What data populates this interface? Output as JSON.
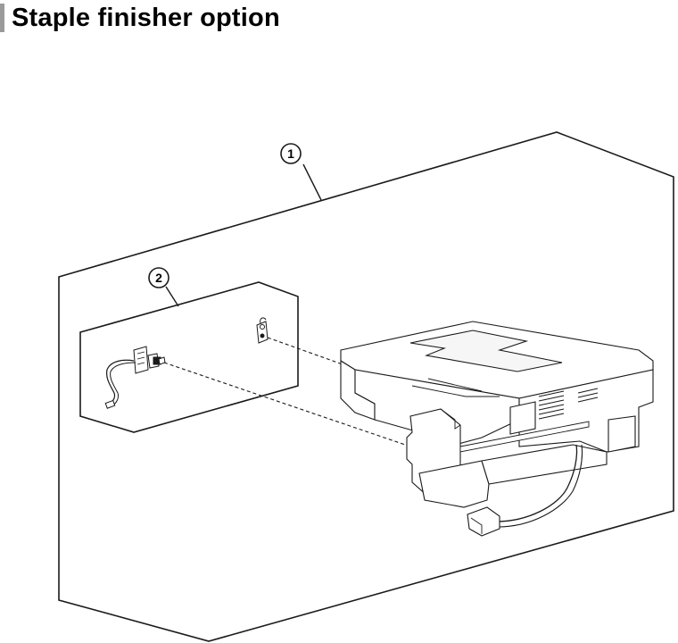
{
  "page": {
    "title": "Staple finisher option",
    "accent_color": "#9a9a9a"
  },
  "diagram": {
    "callouts": [
      {
        "id": "1",
        "label": "1"
      },
      {
        "id": "2",
        "label": "2"
      }
    ],
    "icons": [
      "staple-finisher-assembly",
      "sensor-bracket-with-cable",
      "small-bracket"
    ],
    "line_color": "#1a1a1a"
  }
}
